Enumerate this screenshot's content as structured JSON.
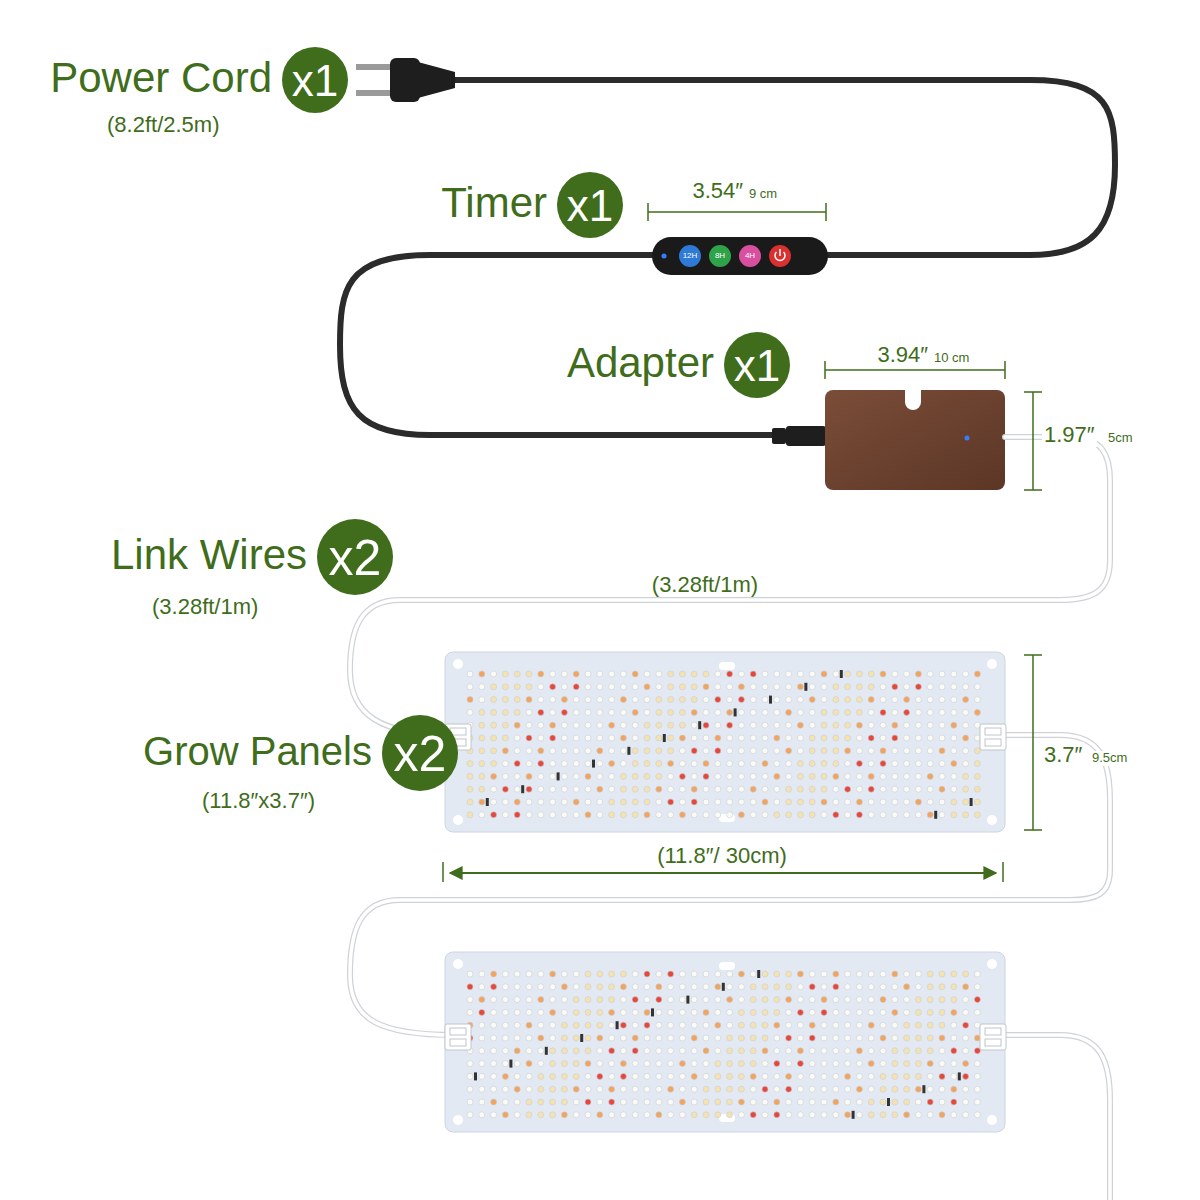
{
  "diagram": {
    "nodes": [
      {
        "text": [
          "x1"
        ]
      },
      {
        "text": [
          "x1"
        ]
      },
      {
        "text": [
          "x1"
        ]
      },
      {
        "text": [
          "x2"
        ]
      },
      {
        "text": [
          "x2"
        ]
      }
    ],
    "labels": [
      "Power Cord",
      "(8.2ft/2.5m)",
      "Timer",
      "3.54″",
      "9 cm",
      "12H",
      "8H",
      "4H",
      "Adapter",
      "3.94″",
      "10 cm",
      "1.97″",
      "5cm",
      "Link Wires",
      "(3.28ft/1m)",
      "(3.28ft/1m)",
      "Grow Panels",
      "(11.8″x3.7″)",
      "3.7″",
      "9.5cm",
      "(11.8″/ 30cm)"
    ]
  }
}
